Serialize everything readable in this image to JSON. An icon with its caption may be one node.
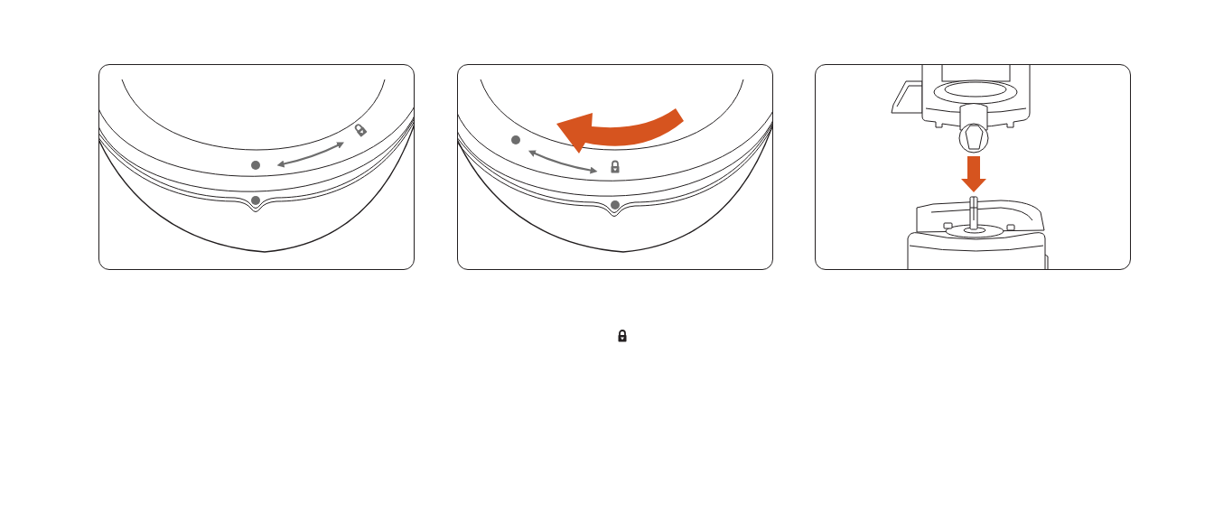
{
  "diagram": {
    "nodes": [
      {
        "text": [],
        "shape": "picture"
      },
      {
        "text": [],
        "shape": "picture"
      },
      {
        "text": [],
        "shape": "picture"
      }
    ]
  }
}
